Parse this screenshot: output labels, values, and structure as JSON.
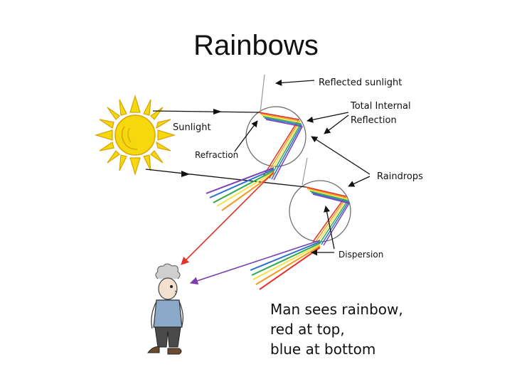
{
  "title": "Rainbows",
  "diagram": {
    "labels": {
      "reflected_sunlight": "Reflected sunlight",
      "total_internal_line1": "Total Internal",
      "total_internal_line2": "Reflection",
      "sunlight": "Sunlight",
      "refraction": "Refraction",
      "raindrops": "Raindrops",
      "dispersion": "Dispersion"
    },
    "caption": {
      "line1": "Man sees rainbow,",
      "line2": "red at top,",
      "line3": "blue at bottom"
    },
    "colors": {
      "sun": "#f5d80e",
      "sun_outline": "#d9a400",
      "red": "#e6332a",
      "orange": "#f39a1e",
      "yellow": "#f2e34a",
      "green": "#2fa84f",
      "blue": "#2b6fd0",
      "violet": "#7b3fb0",
      "arrow": "#111111"
    }
  }
}
